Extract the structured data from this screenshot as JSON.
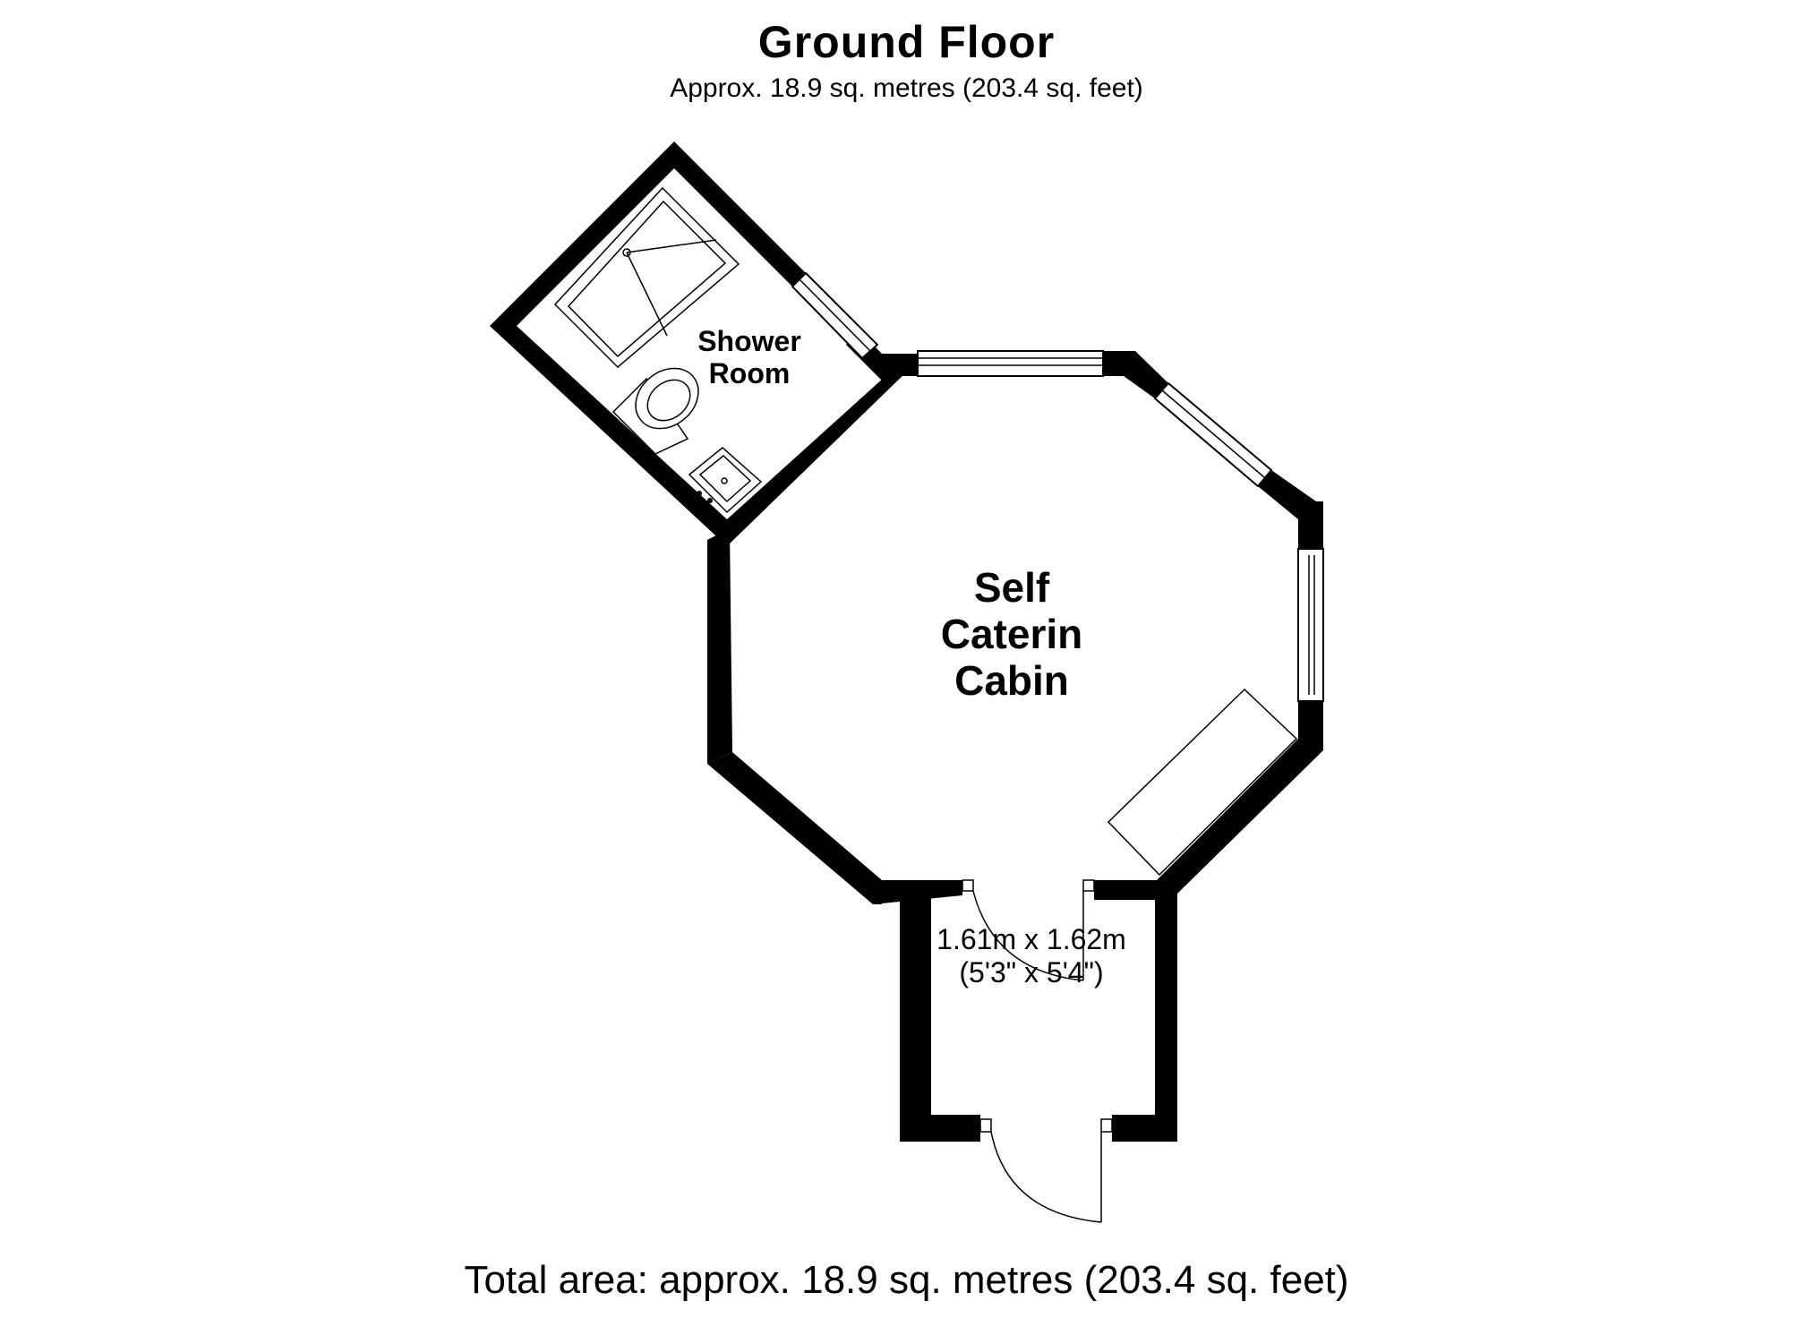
{
  "header": {
    "title": "Ground Floor",
    "subtitle": "Approx. 18.9 sq. metres (203.4 sq. feet)"
  },
  "rooms": {
    "shower_room": {
      "line1": "Shower",
      "line2": "Room"
    },
    "main_room": {
      "line1": "Self",
      "line2": "Caterin",
      "line3": "Cabin"
    },
    "porch": {
      "dimension_metric": "1.61m x 1.62m",
      "dimension_imperial": "(5'3\" x 5'4\")"
    }
  },
  "footer": {
    "total_area": "Total area: approx. 18.9 sq. metres (203.4 sq. feet)"
  },
  "colors": {
    "wall": "#000000",
    "background": "#ffffff"
  }
}
